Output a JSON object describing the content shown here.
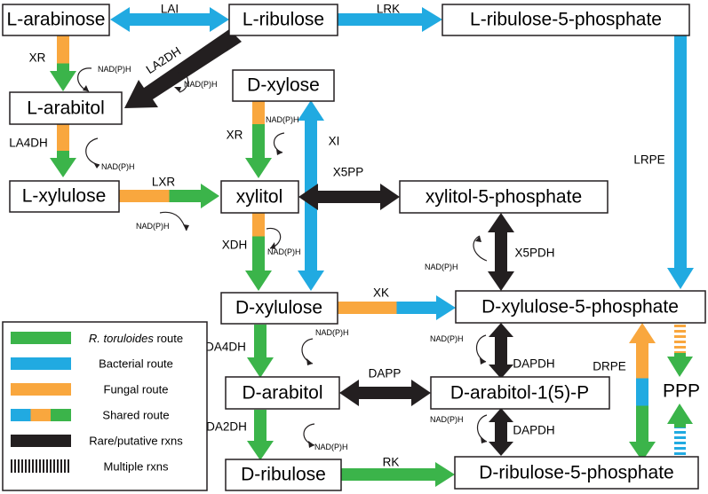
{
  "colors": {
    "green": "#3bb44a",
    "blue": "#21aae1",
    "orange": "#f9a73e",
    "black": "#231f20"
  },
  "nodes": {
    "l_arabinose": "L-arabinose",
    "l_ribulose": "L-ribulose",
    "l_ribulose_5p": "L-ribulose-5-phosphate",
    "l_arabitol": "L-arabitol",
    "d_xylose": "D-xylose",
    "l_xylulose": "L-xylulose",
    "xylitol": "xylitol",
    "xylitol_5p": "xylitol-5-phosphate",
    "d_xylulose": "D-xylulose",
    "d_xylulose_5p": "D-xylulose-5-phosphate",
    "d_arabitol": "D-arabitol",
    "d_arabitol_15p": "D-arabitol-1(5)-P",
    "d_ribulose": "D-ribulose",
    "d_ribulose_5p": "D-ribulose-5-phosphate",
    "ppp": "PPP"
  },
  "enzymes": {
    "lai": "LAI",
    "lrk": "LRK",
    "xr1": "XR",
    "la2dh": "LA2DH",
    "xr2": "XR",
    "xi": "XI",
    "la4dh": "LA4DH",
    "lrpe": "LRPE",
    "lxr": "LXR",
    "x5pp": "X5PP",
    "xdh": "XDH",
    "x5pdh": "X5PDH",
    "xk": "XK",
    "da4dh": "DA4DH",
    "dapdh1": "DAPDH",
    "dapp": "DAPP",
    "drpe": "DRPE",
    "da2dh": "DA2DH",
    "dapdh2": "DAPDH",
    "rk": "RK"
  },
  "cofactor": "NAD(P)H",
  "legend": {
    "items": [
      {
        "label_italic": "R. toruloides",
        "label_rest": " route",
        "swatch": "green"
      },
      {
        "label_italic": "",
        "label_rest": "Bacterial route",
        "swatch": "blue"
      },
      {
        "label_italic": "",
        "label_rest": "Fungal route",
        "swatch": "orange"
      },
      {
        "label_italic": "",
        "label_rest": "Shared route",
        "swatch": "shared"
      },
      {
        "label_italic": "",
        "label_rest": "Rare/putative rxns",
        "swatch": "black"
      },
      {
        "label_italic": "",
        "label_rest": "Multiple rxns",
        "swatch": "multiple"
      }
    ]
  }
}
